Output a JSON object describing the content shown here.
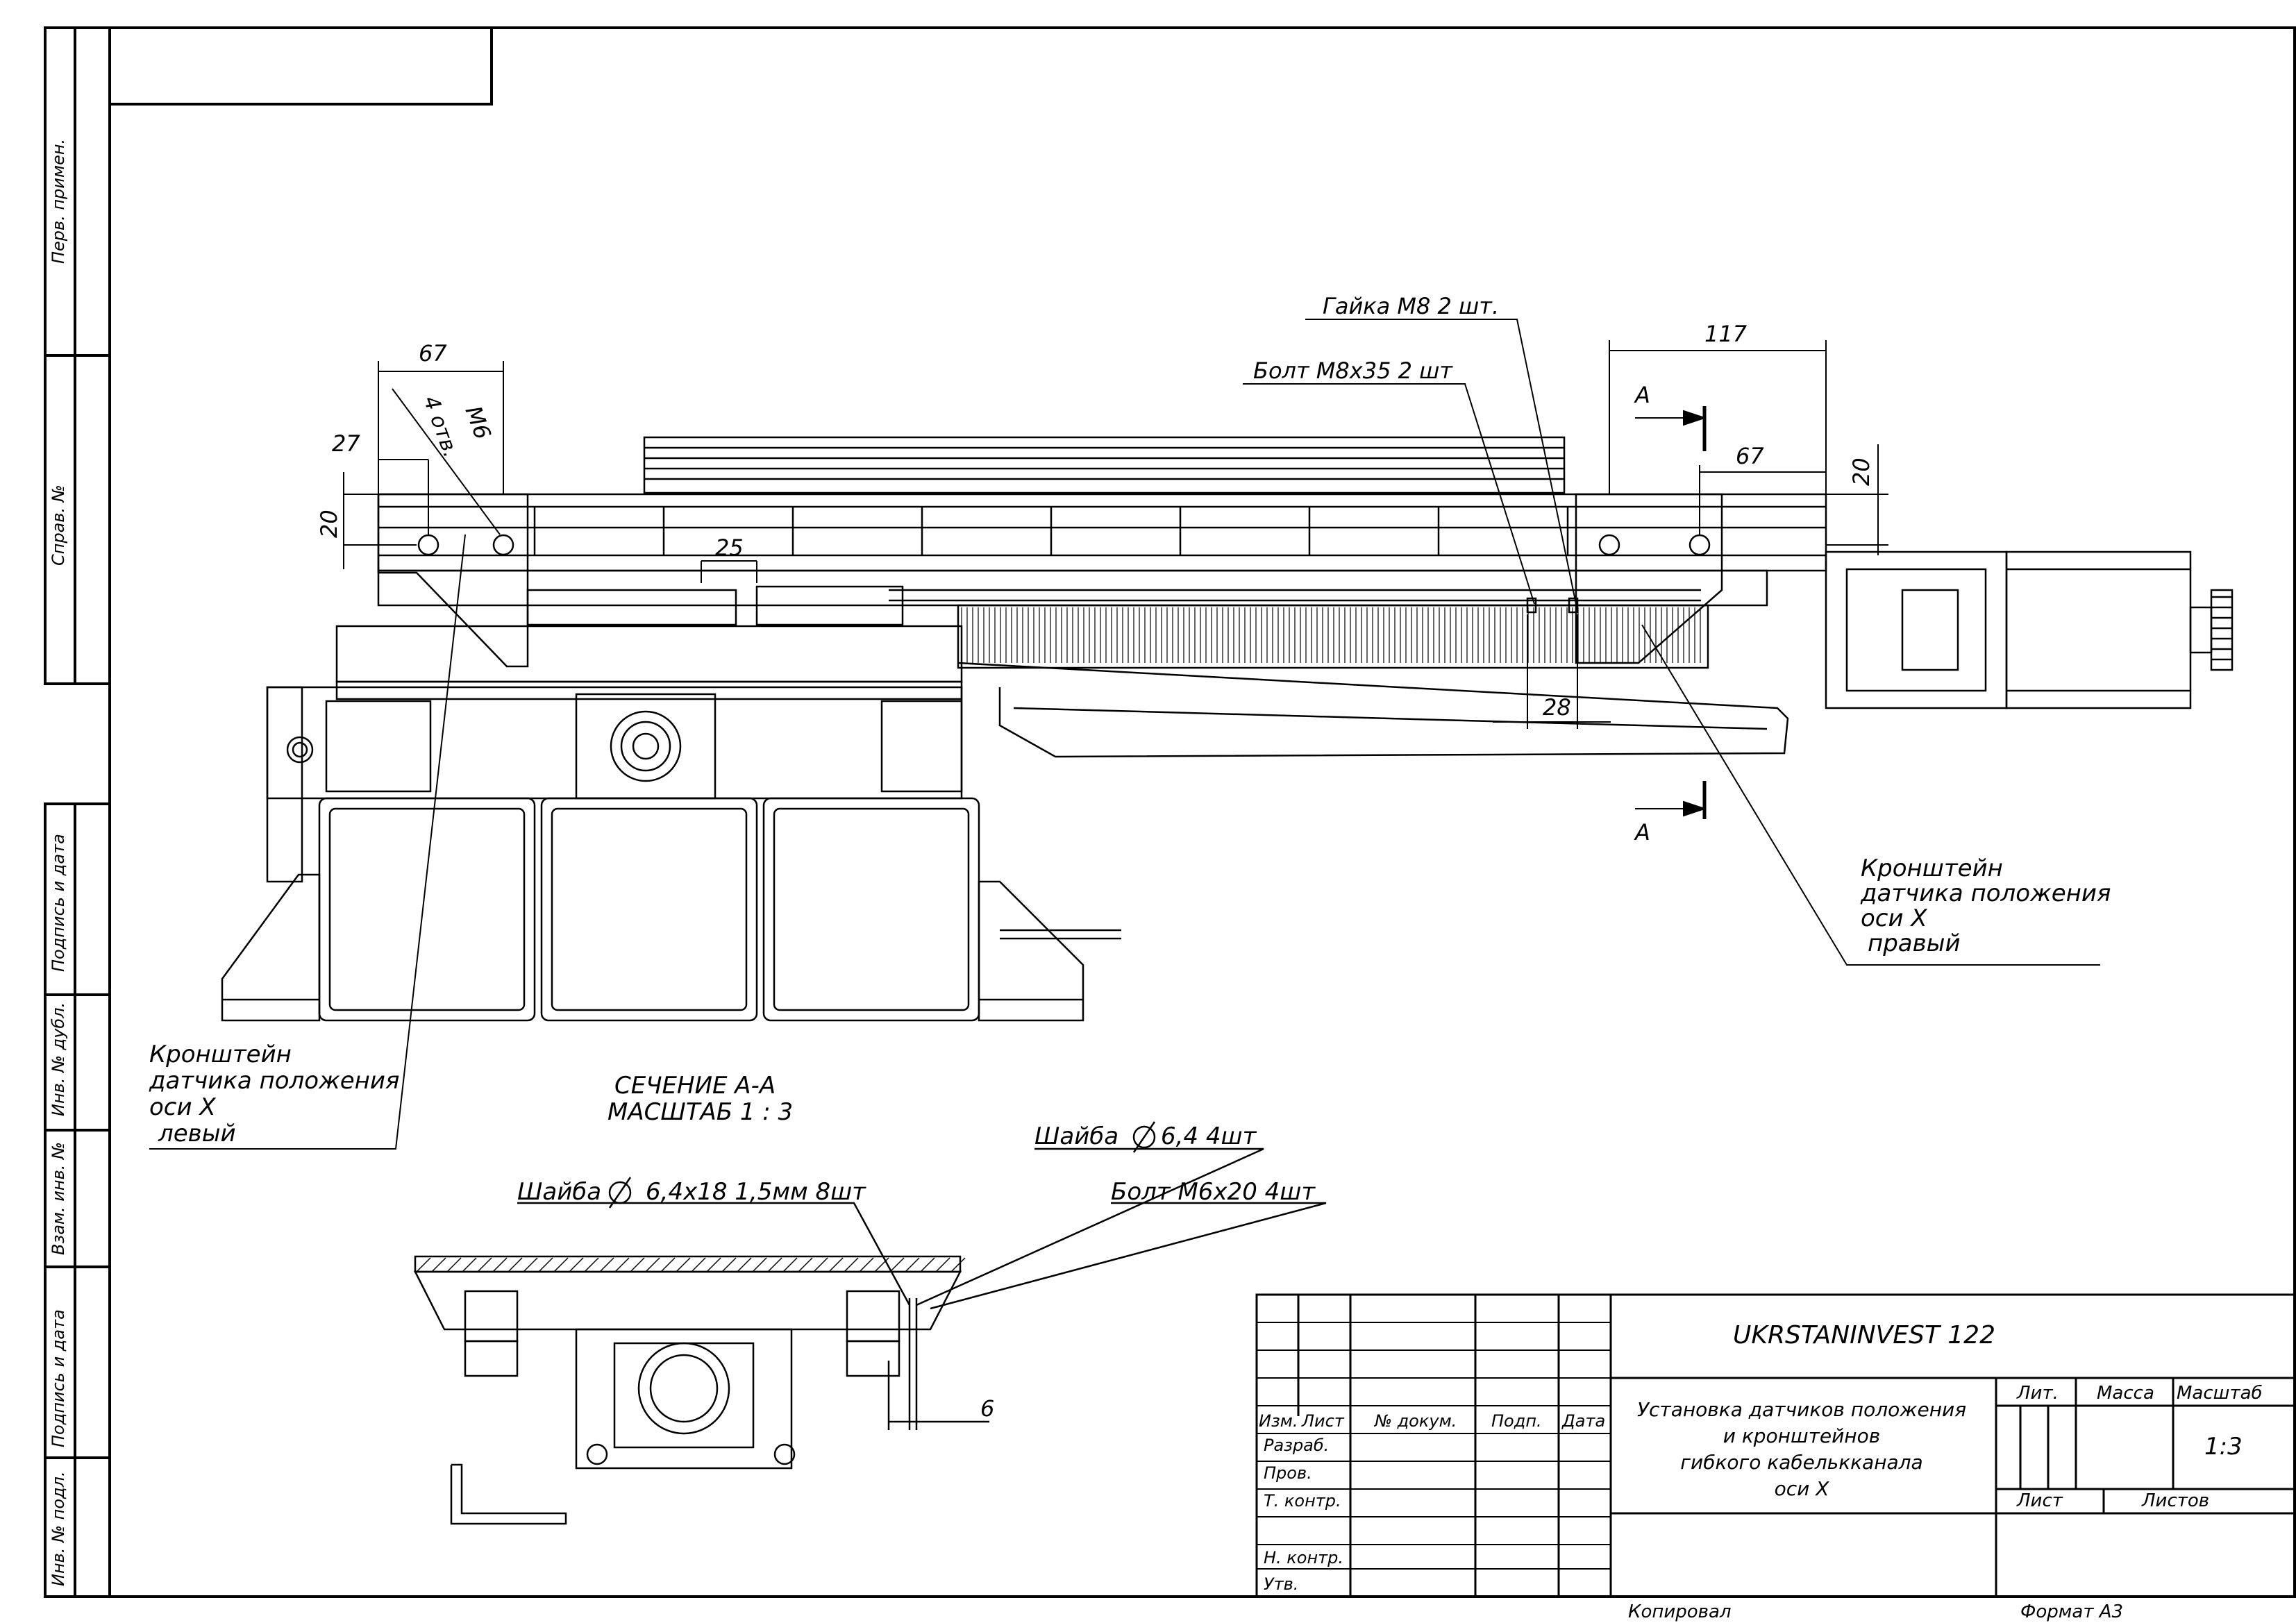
{
  "stamp_column": {
    "perv_primen": "Перв. примен.",
    "sprav_no": "Справ. №",
    "podpis_data_1": "Подпись и дата",
    "inv_dubl": "Инв. № дубл.",
    "vzam_inv": "Взам. инв. №",
    "podpis_data_2": "Подпись и дата",
    "inv_podl": "Инв. № подл."
  },
  "dimensions": {
    "d67_left": "67",
    "d27": "27",
    "d20_left": "20",
    "m6": "М6",
    "holes4": "4 отв.",
    "d25": "25",
    "d117": "117",
    "d67_right": "67",
    "d20_right": "20",
    "d28": "28",
    "d6": "6",
    "sec_a_top": "А",
    "sec_a_bottom": "А"
  },
  "callouts": {
    "gaika": "Гайка М8 2 шт.",
    "bolt_m8": "Болт М8х35 2 шт",
    "bracket_right": [
      "Кронштейн",
      "датчика положения",
      "оси Х",
      "правый"
    ],
    "bracket_left": [
      "Кронштейн",
      "датчика положения",
      "оси Х",
      "левый"
    ],
    "section_title": "СЕЧЕНИЕ А-А",
    "section_scale": "МАСШТАБ 1 : 3",
    "shaiba_64": "Шайба",
    "shaiba_64_size": "6,4 4шт",
    "shaiba_large": "Шайба",
    "shaiba_large_size": "6,4х18 1,5мм 8шт",
    "bolt_m6": "Болт М6х20 4шт"
  },
  "title_block": {
    "company": "UKRSTANINVEST 122",
    "description": [
      "Установка датчиков положения",
      "и кронштейнов",
      "гибкого кабелькканала",
      "оси Х"
    ],
    "lit": "Лит.",
    "massa": "Масса",
    "masshtab": "Масштаб",
    "scale_value": "1:3",
    "list": "Лист",
    "listov": "Листов",
    "izm": "Изм.",
    "list_col": "Лист",
    "doc_no": "№ докум.",
    "podp": "Подп.",
    "data": "Дата",
    "razrab": "Разраб.",
    "prov": "Пров.",
    "t_kontr": "Т. контр.",
    "n_kontr": "Н. контр.",
    "utv": "Утв."
  },
  "footer": {
    "kopiroval": "Копировал",
    "format": "Формат А3"
  }
}
